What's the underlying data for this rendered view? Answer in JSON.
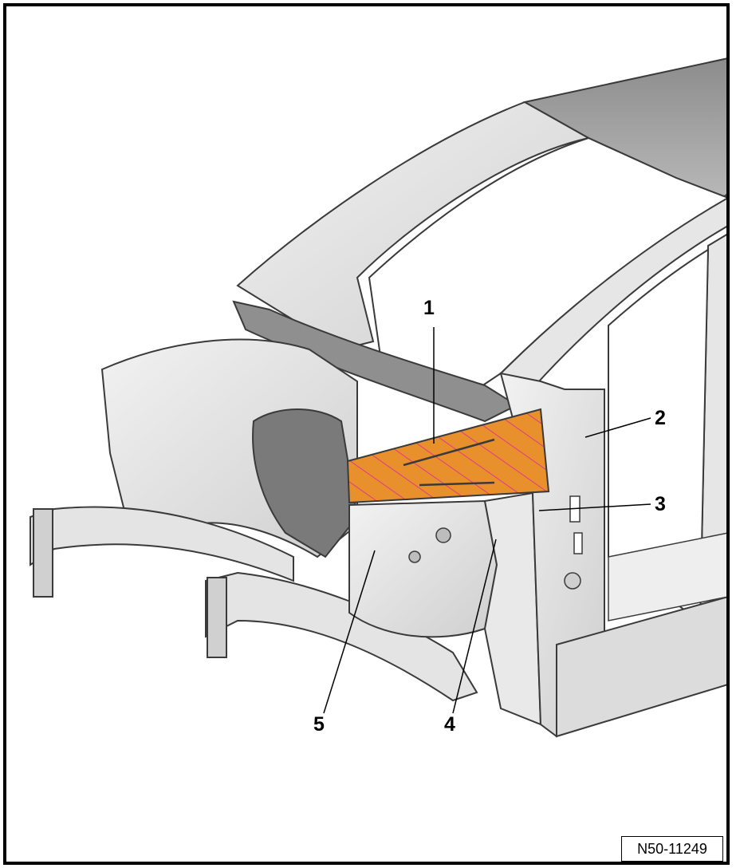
{
  "callouts": {
    "label_1": "1",
    "label_2": "2",
    "label_3": "3",
    "label_4": "4",
    "label_5": "5"
  },
  "reference_code": "N50-11249",
  "colors": {
    "highlight_part": "#e8902c",
    "hatch": "#e0398a",
    "body_panel": "#e2e2e2",
    "shadow": "#9a9a9a",
    "outline": "#3a3a3a"
  }
}
